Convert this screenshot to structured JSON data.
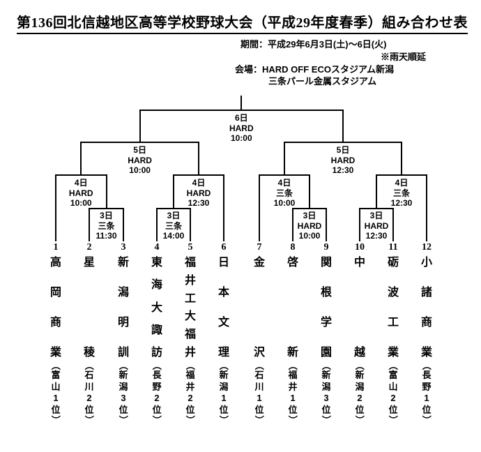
{
  "header": {
    "title": "第136回北信越地区高等学校野球大会（平成29年度春季）組み合わせ表",
    "period": "期間：平成29年6月3日(土)～6日(火)",
    "rain_note": "※雨天順延",
    "venue_line1": "会場：HARD OFF ECOスタジアム新潟",
    "venue_line2": "三条パール金属スタジアム"
  },
  "glyphs": {
    "paren_open": "（",
    "paren_close": "）"
  },
  "games": {
    "final": {
      "date": "6日",
      "venue": "HARD",
      "time": "10:00"
    },
    "sf1": {
      "date": "5日",
      "venue": "HARD",
      "time": "10:00"
    },
    "sf2": {
      "date": "5日",
      "venue": "HARD",
      "time": "12:30"
    },
    "qf1": {
      "date": "4日",
      "venue": "HARD",
      "time": "10:00"
    },
    "qf2": {
      "date": "4日",
      "venue": "HARD",
      "time": "12:30"
    },
    "qf3": {
      "date": "4日",
      "venue": "三条",
      "time": "10:00"
    },
    "qf4": {
      "date": "4日",
      "venue": "三条",
      "time": "12:30"
    },
    "r1a": {
      "date": "3日",
      "venue": "三条",
      "time": "11:30"
    },
    "r1b": {
      "date": "3日",
      "venue": "三条",
      "time": "14:00"
    },
    "r1c": {
      "date": "3日",
      "venue": "HARD",
      "time": "10:00"
    },
    "r1d": {
      "date": "3日",
      "venue": "HARD",
      "time": "12:30"
    }
  },
  "teams": [
    {
      "number": "1",
      "name": "高岡商業",
      "seed": "富山1位"
    },
    {
      "number": "2",
      "name": "星稜",
      "seed": "石川2位"
    },
    {
      "number": "3",
      "name": "新潟明訓",
      "seed": "新潟3位"
    },
    {
      "number": "4",
      "name": "東海大諏訪",
      "seed": "長野2位"
    },
    {
      "number": "5",
      "name": "福井工大福井",
      "seed": "福井2位"
    },
    {
      "number": "6",
      "name": "日本文理",
      "seed": "新潟1位"
    },
    {
      "number": "7",
      "name": "金沢",
      "seed": "石川1位"
    },
    {
      "number": "8",
      "name": "啓新",
      "seed": "福井1位"
    },
    {
      "number": "9",
      "name": "関根学園",
      "seed": "新潟3位"
    },
    {
      "number": "10",
      "name": "中越",
      "seed": "新潟2位"
    },
    {
      "number": "11",
      "name": "砺波工業",
      "seed": "富山2位"
    },
    {
      "number": "12",
      "name": "小諸商業",
      "seed": "長野1位"
    }
  ]
}
